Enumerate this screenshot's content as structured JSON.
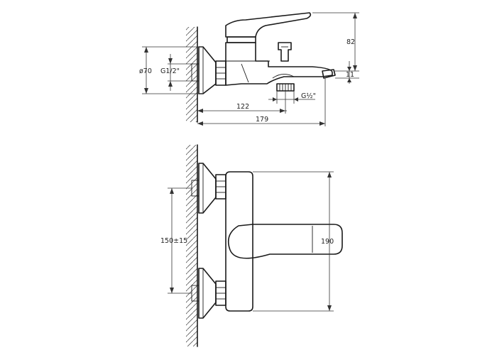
{
  "dimensions": {
    "height_top": "82",
    "diameter_flange": "ø70",
    "thread_inlet": "G1/2\"",
    "spout_projection_inner": "122",
    "spout_projection_total": "179",
    "outlet_height": "11",
    "thread_shower": "G½\"",
    "inlet_spacing": "150±15",
    "body_height": "190"
  }
}
